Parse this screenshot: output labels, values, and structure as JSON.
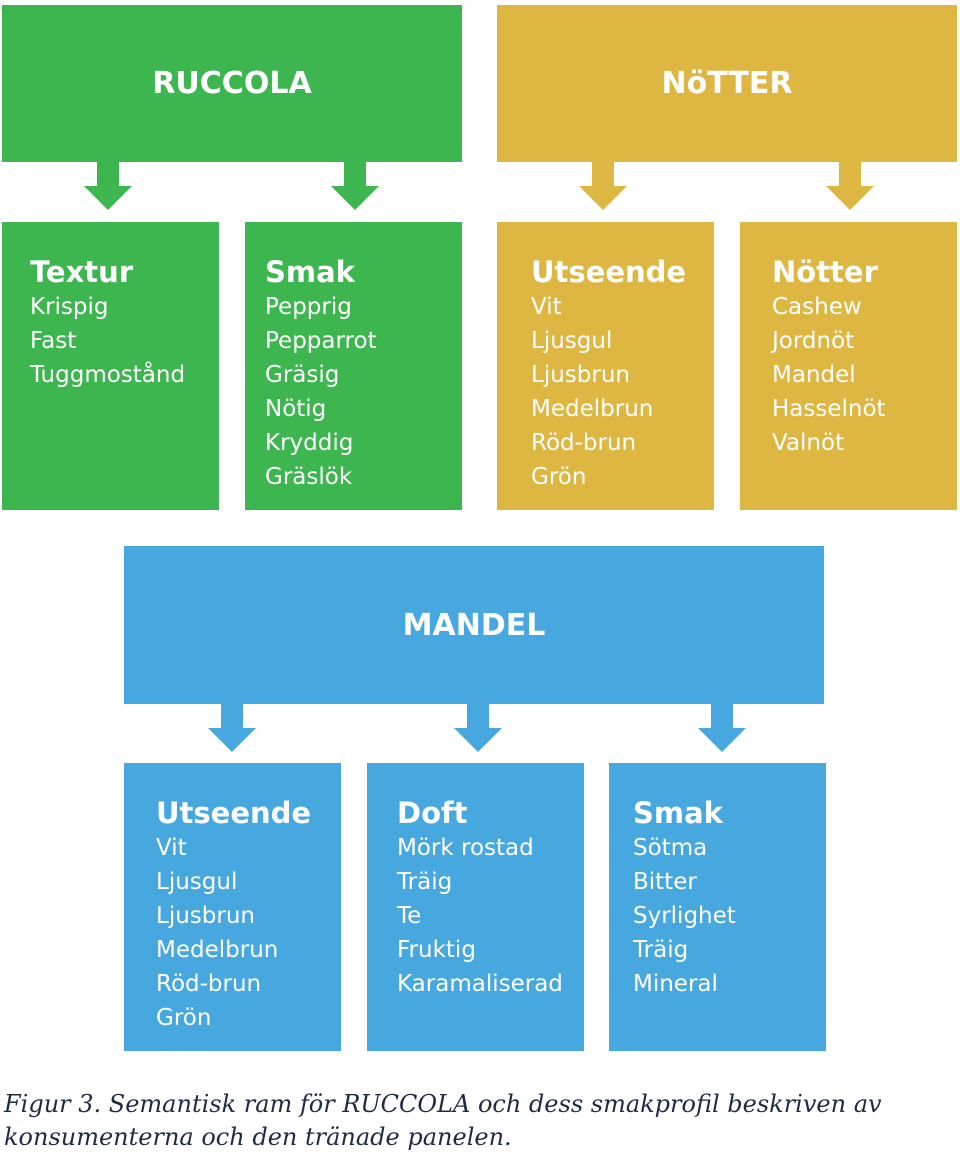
{
  "colors": {
    "green": "#3db650",
    "gold": "#deb642",
    "blue": "#47a7df",
    "text": "#ffffff",
    "caption": "#1f2a44"
  },
  "ruccola": {
    "header": "RUCCOLA",
    "textur": {
      "title": "Textur",
      "items": [
        "Krispig",
        "Fast",
        "Tuggmostånd"
      ]
    },
    "smak": {
      "title": "Smak",
      "items": [
        "Pepprig",
        "Pepparrot",
        "Gräsig",
        "Nötig",
        "Kryddig",
        "Gräslök"
      ]
    }
  },
  "notter": {
    "header": "NöTTER",
    "utseende": {
      "title": "Utseende",
      "items": [
        "Vit",
        "Ljusgul",
        "Ljusbrun",
        "Medelbrun",
        "Röd-brun",
        "Grön"
      ]
    },
    "notter": {
      "title": "Nötter",
      "items": [
        "Cashew",
        "Jordnöt",
        "Mandel",
        "Hasselnöt",
        "Valnöt"
      ]
    }
  },
  "mandel": {
    "header": "MANDEL",
    "utseende": {
      "title": "Utseende",
      "items": [
        "Vit",
        "Ljusgul",
        "Ljusbrun",
        "Medelbrun",
        "Röd-brun",
        "Grön"
      ]
    },
    "doft": {
      "title": "Doft",
      "items": [
        "Mörk rostad",
        "Träig",
        "Te",
        "Fruktig",
        "Karamaliserad"
      ]
    },
    "smak": {
      "title": "Smak",
      "items": [
        "Sötma",
        "Bitter",
        "Syrlighet",
        "Träig",
        "Mineral"
      ]
    }
  },
  "caption": {
    "line1": "Figur 3. Semantisk ram för RUCCOLA och dess smakprofil beskriven av",
    "line2": "konsumenterna och den tränade panelen."
  }
}
